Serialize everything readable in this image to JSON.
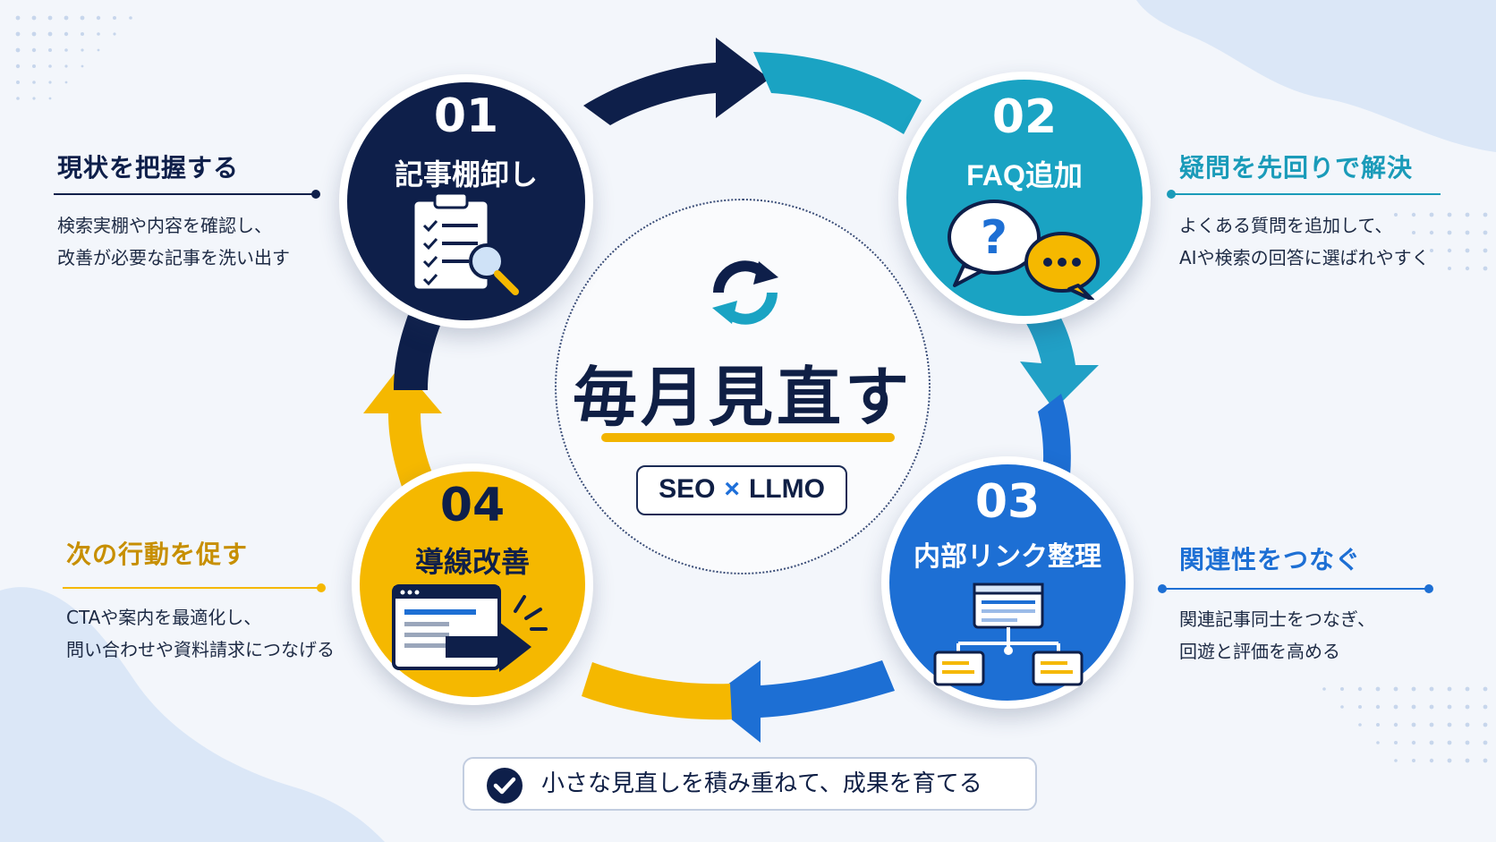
{
  "center": {
    "title": "毎月見直す",
    "badge_left": "SEO",
    "badge_x": "×",
    "badge_right": "LLMO"
  },
  "steps": [
    {
      "number": "01",
      "label": "記事棚卸し",
      "color": "#0e1f4a",
      "icon": "clipboard-checklist-magnifier-icon"
    },
    {
      "number": "02",
      "label": "FAQ追加",
      "color": "#1aa3c3",
      "icon": "speech-bubbles-question-icon"
    },
    {
      "number": "03",
      "label": "内部リンク整理",
      "color": "#1d6fd4",
      "icon": "sitemap-hierarchy-icon"
    },
    {
      "number": "04",
      "label": "導線改善",
      "color": "#f5b800",
      "icon": "browser-arrow-icon"
    }
  ],
  "sides": [
    {
      "title": "現状を把握する",
      "lines": [
        "検索実棚や内容を確認し、",
        "改善が必要な記事を洗い出す"
      ],
      "color": "#0e1f4a"
    },
    {
      "title": "疑問を先回りで解決",
      "lines": [
        "よくある質問を追加して、",
        "AIや検索の回答に選ばれやすく"
      ],
      "color": "#1a9bb9"
    },
    {
      "title": "関連性をつなぐ",
      "lines": [
        "関連記事同士をつなぎ、",
        "回遊と評価を高める"
      ],
      "color": "#1d6fd4"
    },
    {
      "title": "次の行動を促す",
      "lines": [
        "CTAや案内を最適化し、",
        "問い合わせや資料請求につなげる"
      ],
      "color": "#c78f00"
    }
  ],
  "footer": {
    "text": "小さな見直しを積み重ねて、成果を育てる",
    "icon": "check-circle-icon"
  },
  "icons": {
    "center": "refresh-cycle-icon"
  }
}
